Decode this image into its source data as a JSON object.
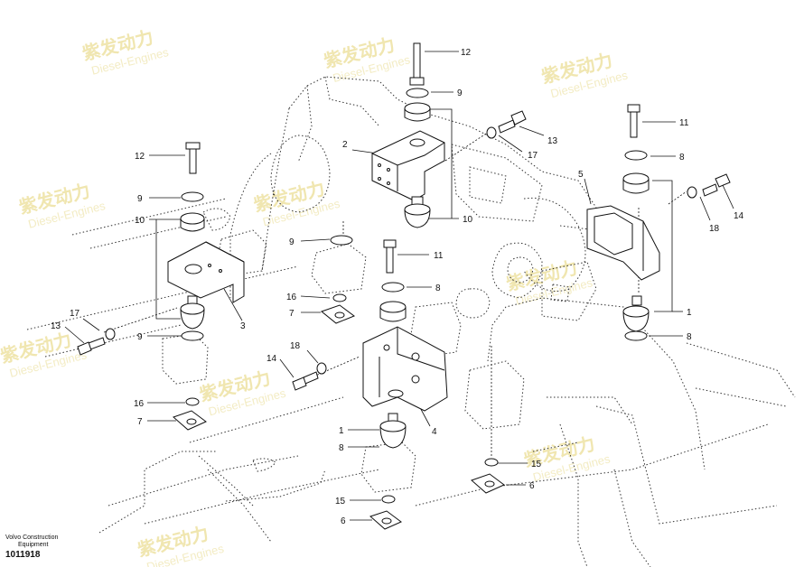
{
  "watermark": {
    "cn": "紫发动力",
    "en": "Diesel-Engines"
  },
  "callouts": {
    "c12a": "12",
    "c9a": "9",
    "c2": "2",
    "c10a": "10",
    "c17a": "17",
    "c13a": "13",
    "c12b": "12",
    "c9b": "9",
    "c10b": "10",
    "c11a": "11",
    "c8a": "8",
    "c5": "5",
    "c18a": "18",
    "c14a": "14",
    "c9c": "9",
    "c11b": "11",
    "c8b": "8",
    "c16a": "16",
    "c7a": "7",
    "c3": "3",
    "c17b": "17",
    "c13b": "13",
    "c9d": "9",
    "c18b": "18",
    "c14b": "14",
    "c16b": "16",
    "c7b": "7",
    "c1a": "1",
    "c8c": "8",
    "c4": "4",
    "c1b": "1",
    "c8d": "8",
    "c15a": "15",
    "c6a": "6",
    "c15b": "15",
    "c6b": "6"
  },
  "footer": {
    "company": "Volvo Construction",
    "dept": "Equipment",
    "part_no": "1011918"
  }
}
